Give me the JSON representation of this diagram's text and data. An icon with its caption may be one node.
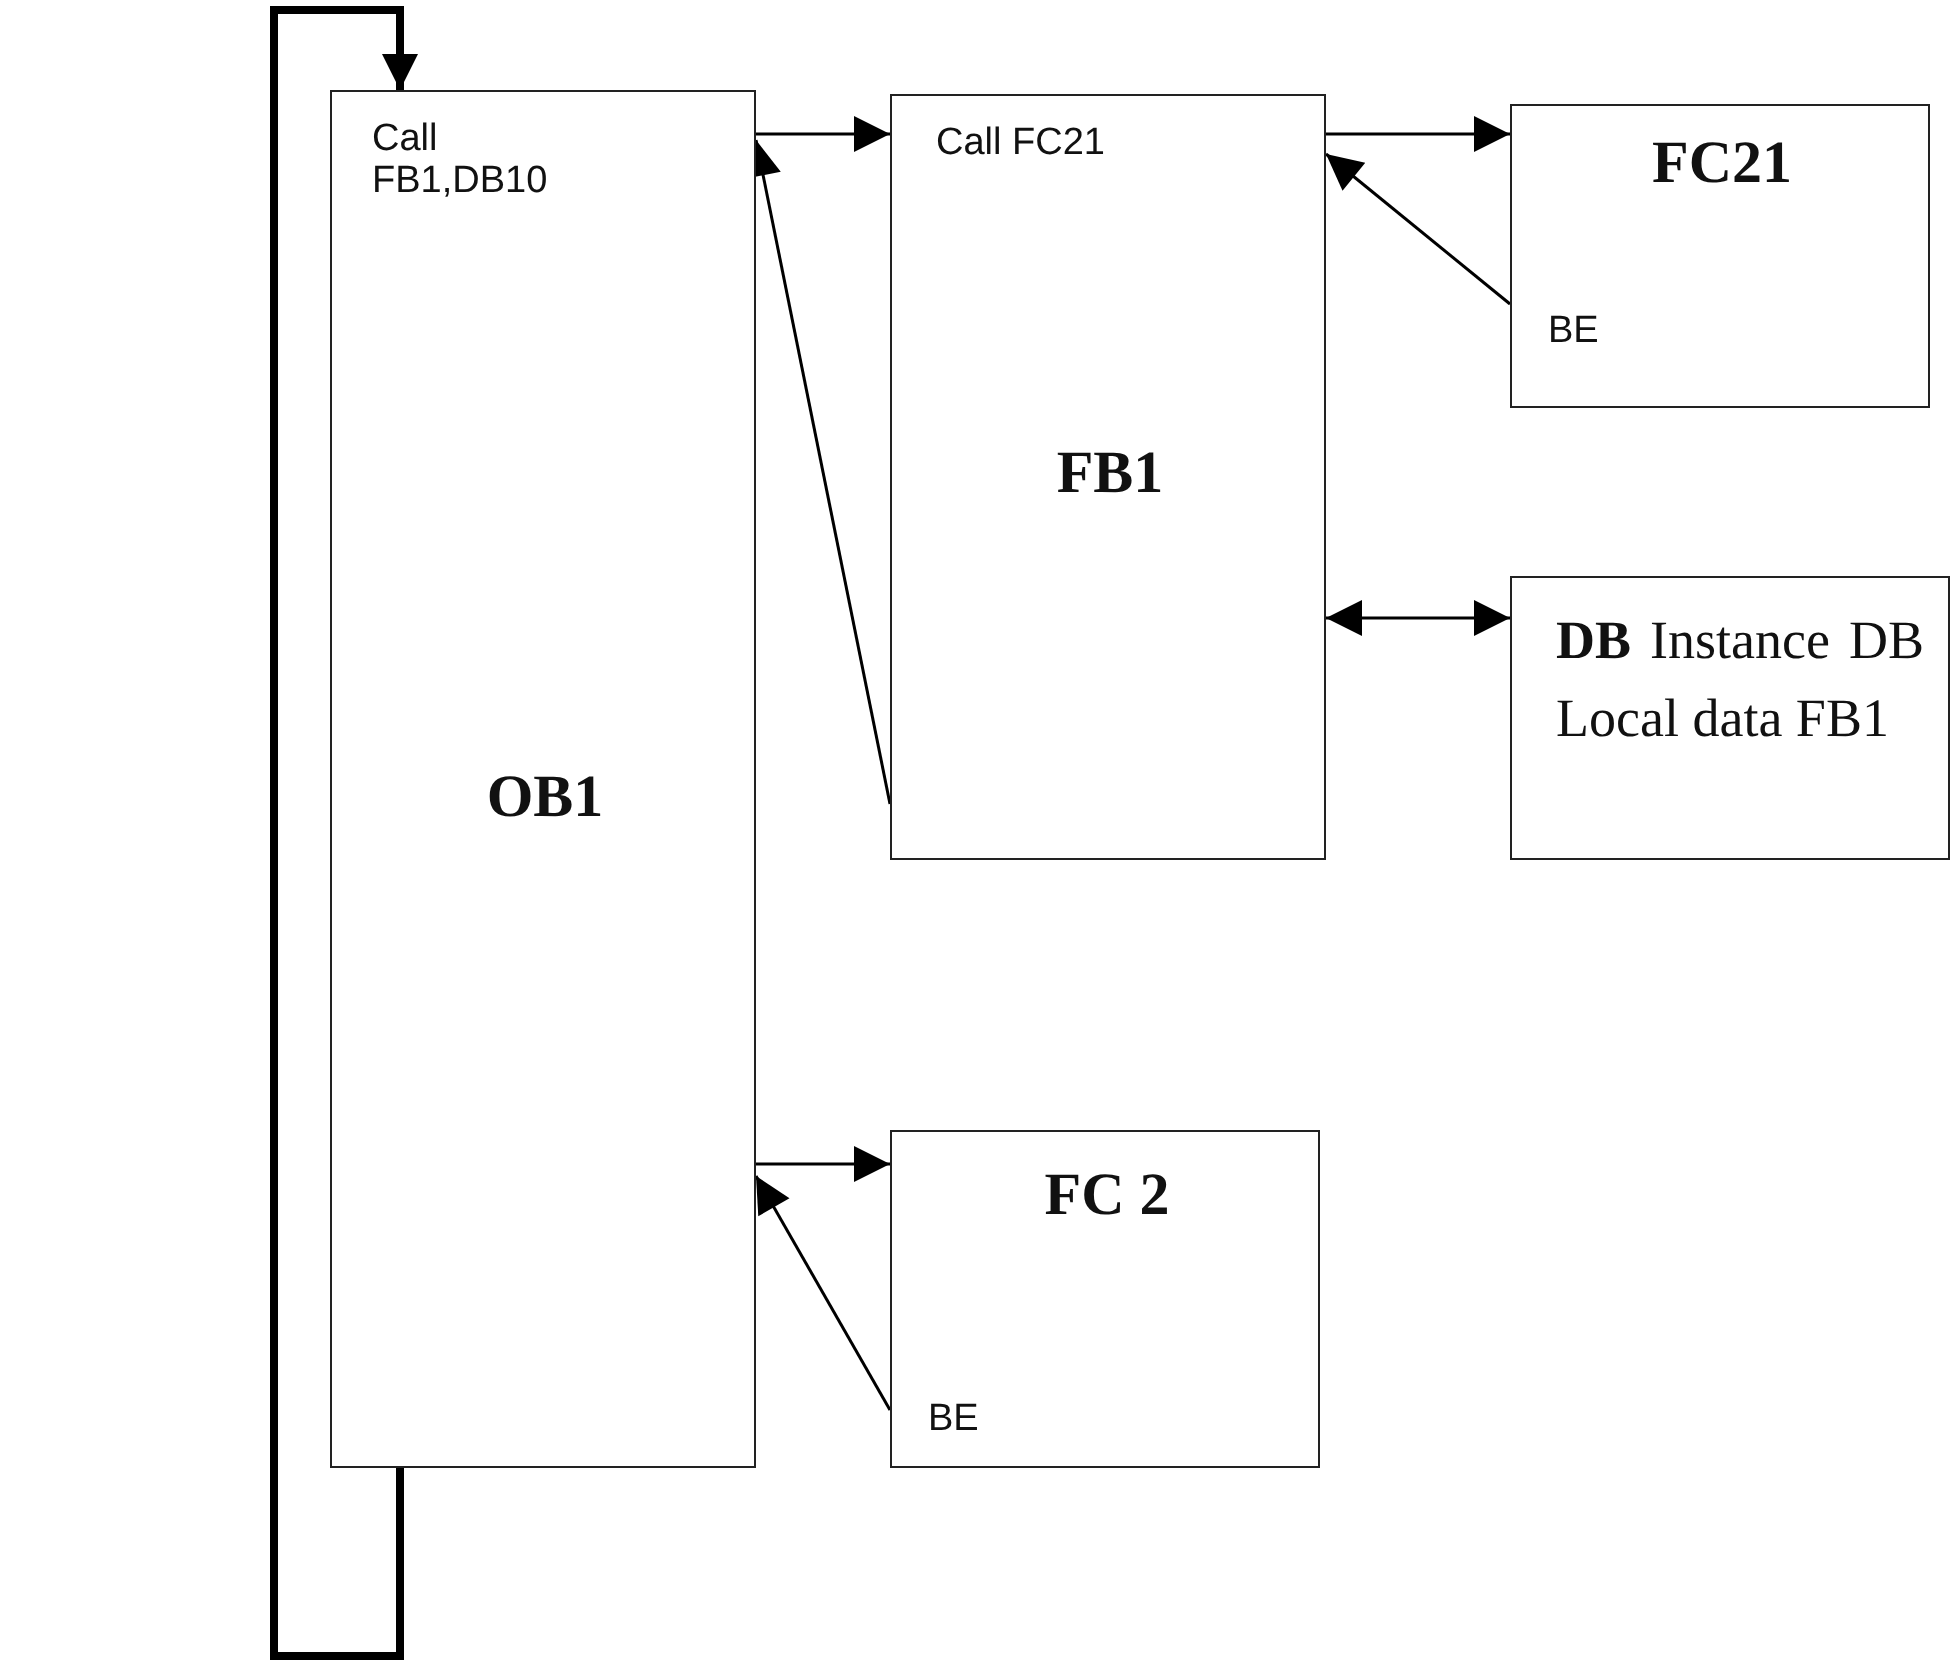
{
  "diagram": {
    "nodes": [
      {
        "text": [
          "Call FB1,DB10",
          "OB1"
        ]
      },
      {
        "text": [
          "Call FC21",
          "FB1"
        ]
      },
      {
        "text": [
          "FC21",
          "BE"
        ]
      },
      {
        "text": [
          "**DB** Instance DB Local data FB1"
        ]
      },
      {
        "text": [
          "FC 2",
          "BE"
        ]
      }
    ],
    "edges": [
      {
        "from": 0,
        "to": 1,
        "arrow": "to"
      },
      {
        "from": 1,
        "to": 0,
        "arrow": "to"
      },
      {
        "from": 1,
        "to": 2,
        "arrow": "to"
      },
      {
        "from": 2,
        "to": 1,
        "arrow": "to"
      },
      {
        "from": 1,
        "to": 3,
        "arrow": "both"
      },
      {
        "from": 0,
        "to": 4,
        "arrow": "to"
      },
      {
        "from": 4,
        "to": 0,
        "arrow": "to"
      },
      {
        "from": 0,
        "to": 0,
        "arrow": "to",
        "style": "thick"
      }
    ]
  }
}
